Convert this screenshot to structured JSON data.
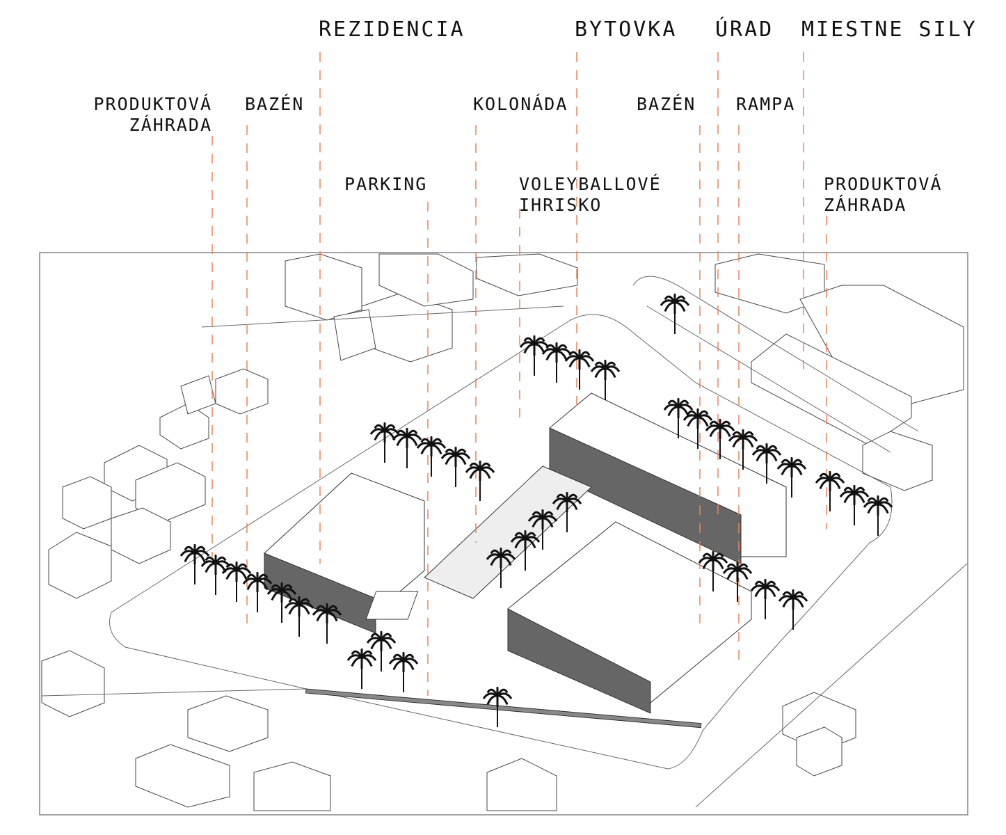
{
  "colors": {
    "leader": "#e8845a",
    "ink": "#111111",
    "line": "#555555"
  },
  "top_labels": [
    {
      "id": "rezidencia",
      "text": "REZIDENCIA"
    },
    {
      "id": "bytovka",
      "text": "BYTOVKA"
    },
    {
      "id": "urad",
      "text": "ÚRAD"
    },
    {
      "id": "miestne-sily",
      "text": "MIESTNE SILY"
    }
  ],
  "mid_labels": [
    {
      "id": "produktova-zahrada-1",
      "line1": "PRODUKTOVÁ",
      "line2": "ZÁHRADA"
    },
    {
      "id": "bazen-1",
      "line1": "BAZÉN"
    },
    {
      "id": "kolonada",
      "line1": "KOLONÁDA"
    },
    {
      "id": "bazen-2",
      "line1": "BAZÉN"
    },
    {
      "id": "rampa",
      "line1": "RAMPA"
    }
  ],
  "low_labels": [
    {
      "id": "parking",
      "line1": "PARKING"
    },
    {
      "id": "volejbal",
      "line1": "VOLEYBALLOVÉ",
      "line2": "IHRISKO"
    },
    {
      "id": "produktova-zahrada-2",
      "line1": "PRODUKTOVÁ",
      "line2": "ZÁHRADA"
    }
  ]
}
